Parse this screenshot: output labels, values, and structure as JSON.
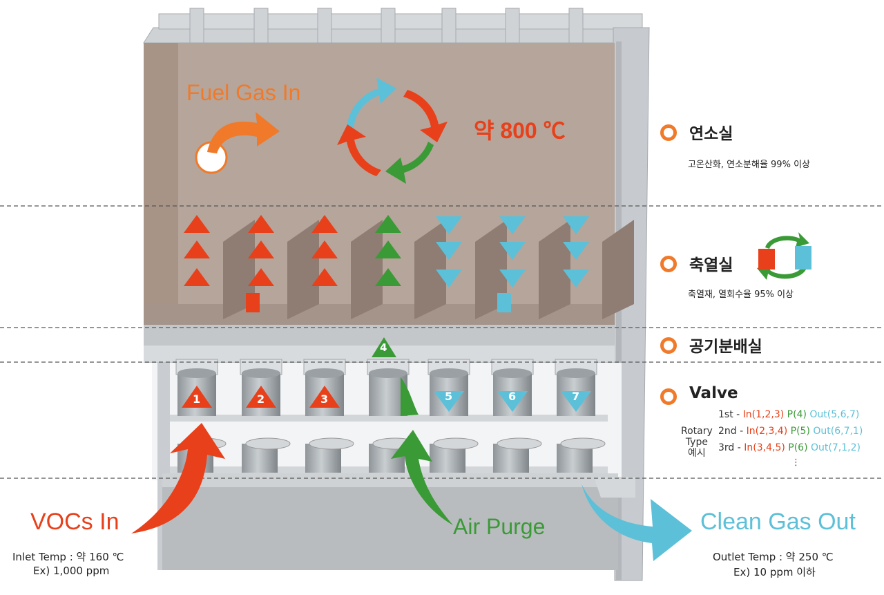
{
  "colors": {
    "red": "#e8401a",
    "orange": "#f07a2a",
    "green": "#3a9a36",
    "cyan": "#5cc0d8",
    "chamber": "#b5a499",
    "steel": "#c8ccd0"
  },
  "chamber": {
    "fuel_gas_label": "Fuel Gas In",
    "temperature_label": "약 800 ℃"
  },
  "sections": [
    {
      "title": "연소실",
      "desc": "고온산화, 연소분해율 99% 이상"
    },
    {
      "title": "축열실",
      "desc": "축열재, 열회수율 95% 이상"
    },
    {
      "title": "공기분배실",
      "desc": ""
    },
    {
      "title": "Valve",
      "desc": ""
    }
  ],
  "valves": [
    "1",
    "2",
    "3",
    "4",
    "5",
    "6",
    "7"
  ],
  "rotary": {
    "caption_lines": [
      "Rotary",
      "Type",
      "예시"
    ],
    "rows": [
      {
        "step": "1st",
        "in": "In(1,2,3)",
        "p": "P(4)",
        "out": "Out(5,6,7)"
      },
      {
        "step": "2nd",
        "in": "In(2,3,4)",
        "p": "P(5)",
        "out": "Out(6,7,1)"
      },
      {
        "step": "3rd",
        "in": "In(3,4,5)",
        "p": "P(6)",
        "out": "Out(7,1,2)"
      }
    ],
    "ellipsis": "⋮"
  },
  "voc": {
    "label": "VOCs In",
    "temp": "Inlet Temp : 약 160 ℃",
    "ex": "Ex) 1,000 ppm"
  },
  "air": {
    "label": "Air Purge"
  },
  "clean": {
    "label": "Clean Gas Out",
    "temp": "Outlet Temp : 약 250 ℃",
    "ex": "Ex) 10 ppm 이하"
  }
}
